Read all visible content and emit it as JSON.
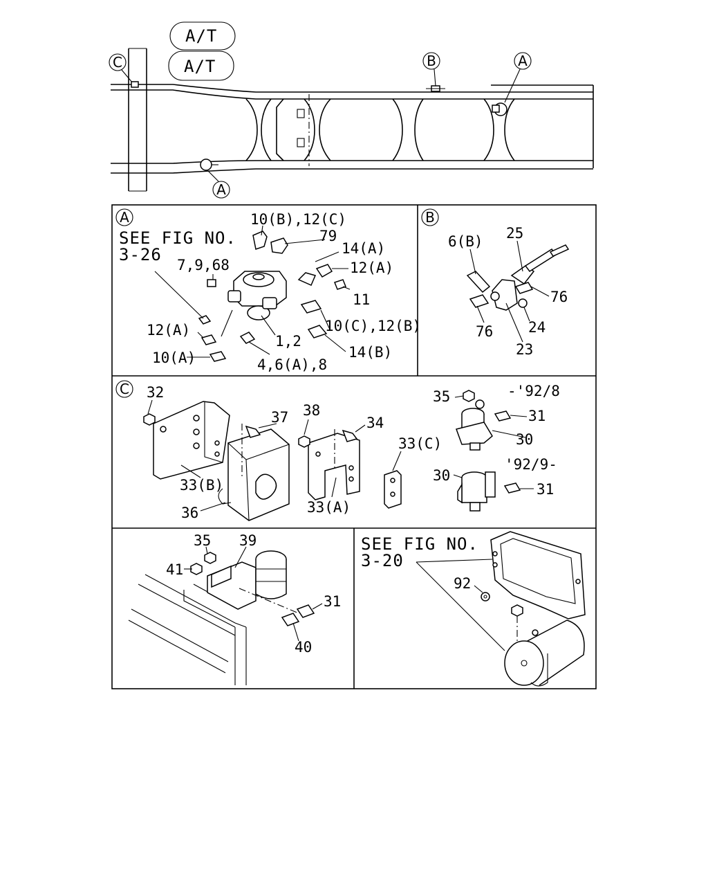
{
  "frame": {
    "tags": [
      "A/T",
      "A/T"
    ],
    "callouts": [
      "C",
      "B",
      "A",
      "A"
    ]
  },
  "panel_a": {
    "key": "A",
    "see_fig": [
      "SEE FIG NO.",
      "3-26"
    ],
    "labels": [
      "10(B),12(C)",
      "79",
      "14(A)",
      "7,9,68",
      "12(A)",
      "11",
      "12(A)",
      "10(C),12(B)",
      "1,2",
      "14(B)",
      "10(A)",
      "4,6(A),8"
    ]
  },
  "panel_b": {
    "key": "B",
    "labels": [
      "6(B)",
      "25",
      "76",
      "76",
      "24",
      "23"
    ]
  },
  "panel_c": {
    "key": "C",
    "labels": [
      "32",
      "37",
      "38",
      "34",
      "35",
      "-'92/8",
      "31",
      "30",
      "33(C)",
      "'92/9-",
      "30",
      "31",
      "33(B)",
      "36",
      "33(A)"
    ]
  },
  "panel_d": {
    "labels": [
      "35",
      "39",
      "41",
      "31",
      "40"
    ]
  },
  "panel_e": {
    "see_fig": [
      "SEE FIG NO.",
      "3-20"
    ],
    "labels": [
      "92"
    ]
  }
}
